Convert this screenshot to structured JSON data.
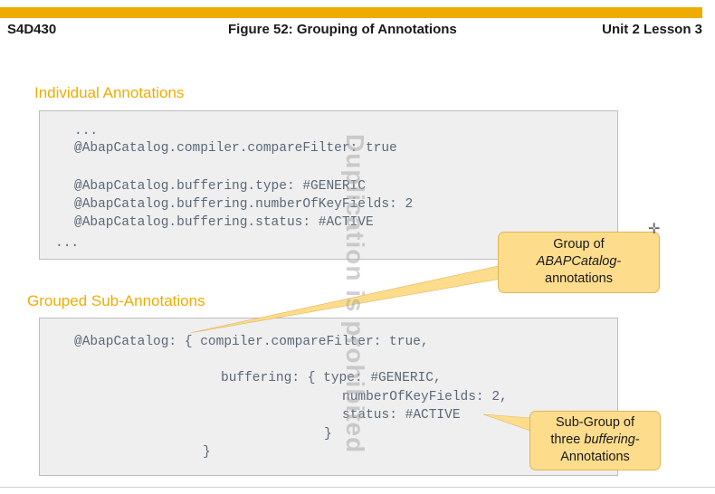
{
  "header": {
    "left": "S4D430",
    "center": "Figure 52: Grouping of Annotations",
    "right": "Unit 2 Lesson 3"
  },
  "section1": {
    "title": "Individual Annotations",
    "lines": [
      "...",
      "@AbapCatalog.compiler.compareFilter: true",
      "@AbapCatalog.buffering.type: #GENERIC",
      "@AbapCatalog.buffering.numberOfKeyFields: 2",
      "@AbapCatalog.buffering.status: #ACTIVE",
      "..."
    ]
  },
  "section2": {
    "title": "Grouped Sub-Annotations",
    "lines": [
      "@AbapCatalog: { compiler.compareFilter: true,",
      "buffering: { type: #GENERIC,",
      "numberOfKeyFields: 2,",
      "status: #ACTIVE",
      "}",
      "}"
    ]
  },
  "callout1": {
    "line1": "Group of",
    "line2": "ABAPCatalog-",
    "line3": "annotations"
  },
  "callout2": {
    "line1": "Sub-Group of",
    "line2a": "three ",
    "line2b": "buffering",
    "line2c": "-",
    "line3": "Annotations"
  },
  "watermark": "Duplication is prohibited",
  "colors": {
    "accent": "#f0ab00",
    "callout": "#fddc8c",
    "code": "#5a6878"
  },
  "icons": {
    "cursor": "crosshair-cursor-icon"
  }
}
